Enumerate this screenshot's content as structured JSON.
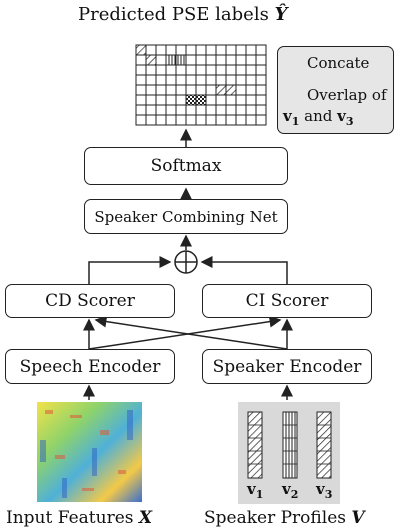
{
  "title": "Predicted PSE labels",
  "title_symbol": "Ŷ",
  "legend": {
    "concat_label": "Concate",
    "overlap_label_1": "Overlap of",
    "overlap_v1": "v",
    "overlap_v1_sub": "1",
    "overlap_and": "and",
    "overlap_v3": "v",
    "overlap_v3_sub": "3"
  },
  "blocks": {
    "softmax": "Softmax",
    "combining_net": "Speaker Combining Net",
    "cd_scorer": "CD Scorer",
    "ci_scorer": "CI Scorer",
    "speech_encoder": "Speech Encoder",
    "speaker_encoder": "Speaker Encoder"
  },
  "inputs": {
    "features_label": "Input Features",
    "features_symbol": "X",
    "profiles_label": "Speaker Profiles",
    "profiles_symbol": "V",
    "profile_v": "v",
    "profile_subs": [
      "1",
      "2",
      "3"
    ]
  },
  "colors": {
    "legend_bg": "#e6e6e6",
    "profiles_bg": "#d9d9d9"
  }
}
